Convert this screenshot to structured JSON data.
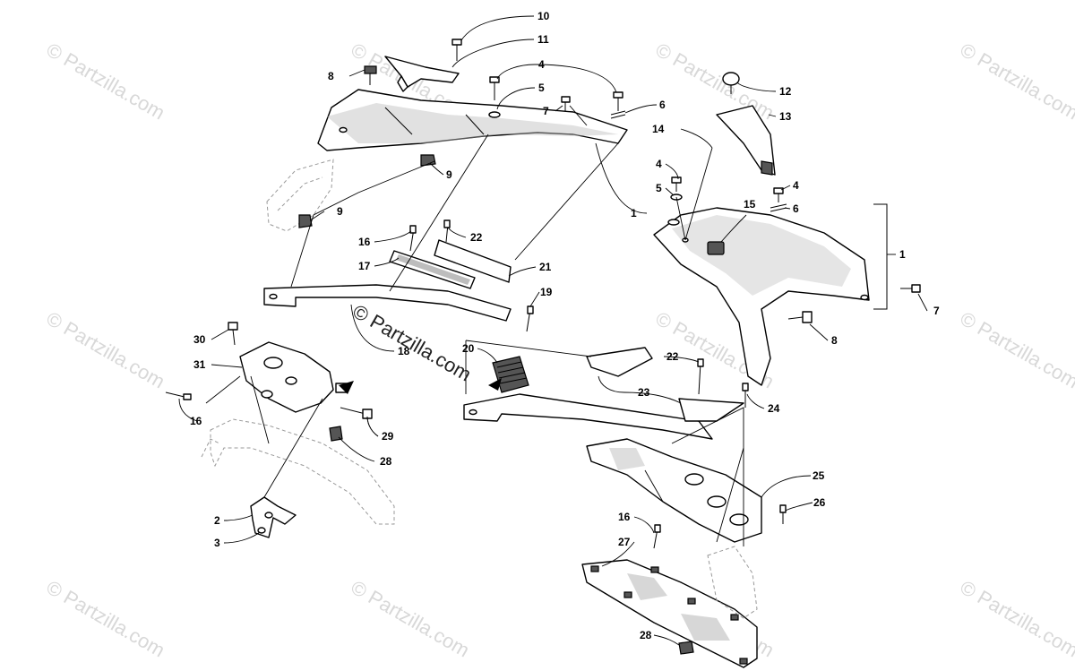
{
  "watermark": {
    "text": "© Partzilla.com",
    "main_text": "© Partzilla.com"
  },
  "callouts": [
    "10",
    "11",
    "8",
    "4",
    "5",
    "7",
    "6",
    "12",
    "13",
    "14",
    "4",
    "5",
    "4",
    "6",
    "15",
    "1",
    "1",
    "9",
    "9",
    "16",
    "22",
    "17",
    "21",
    "19",
    "18",
    "30",
    "31",
    "20",
    "22",
    "23",
    "24",
    "16",
    "29",
    "28",
    "25",
    "26",
    "16",
    "27",
    "2",
    "3",
    "28",
    "8",
    "7"
  ],
  "colors": {
    "line": "#000000",
    "watermark": "#d8d8d8",
    "background": "#ffffff"
  }
}
